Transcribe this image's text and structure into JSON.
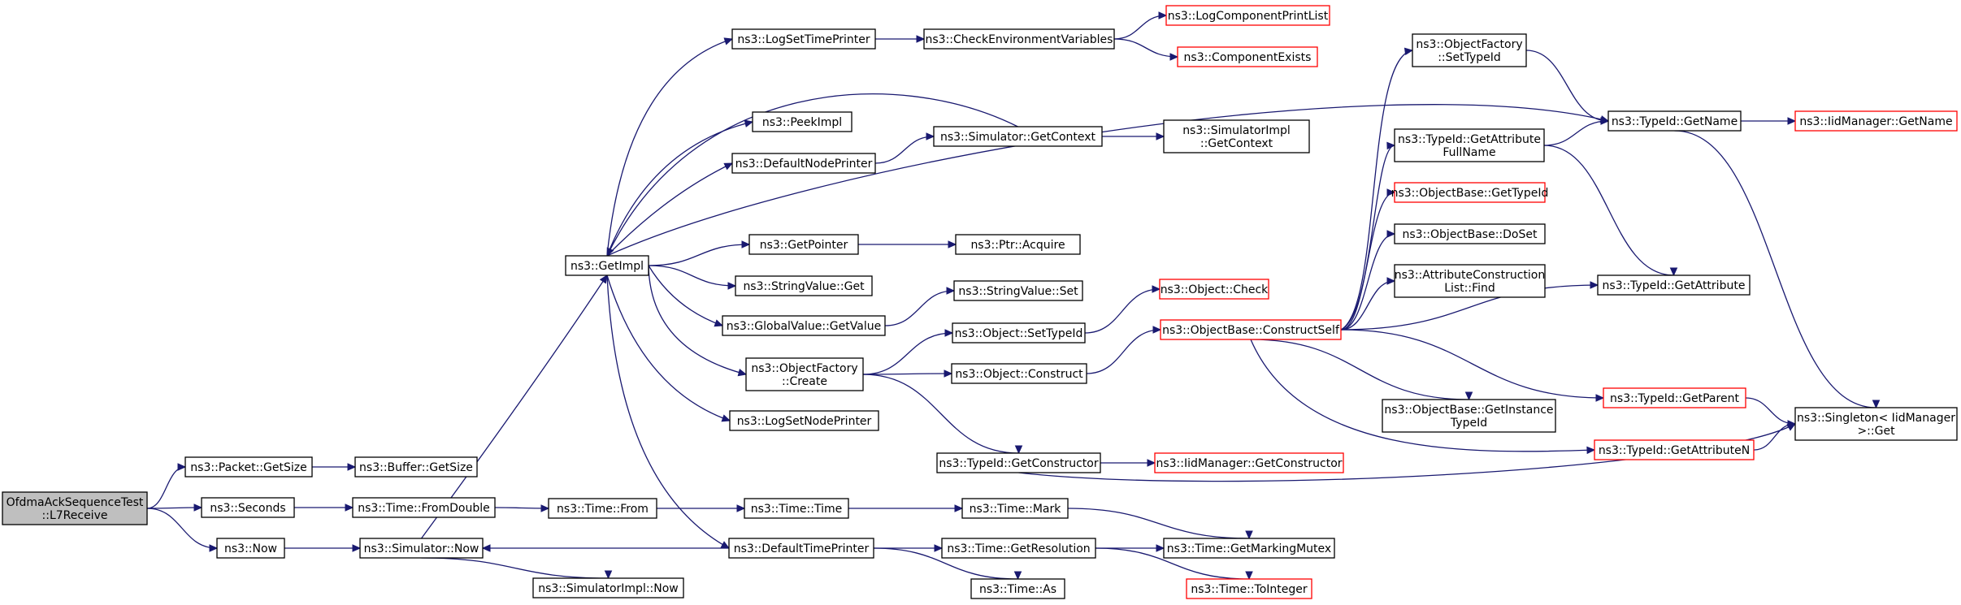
{
  "nodes": {
    "root": [
      "OfdmaAckSequenceTest",
      "::L7Receive"
    ],
    "packet_getsize": [
      "ns3::Packet::GetSize"
    ],
    "buffer_getsize": [
      "ns3::Buffer::GetSize"
    ],
    "seconds": [
      "ns3::Seconds"
    ],
    "time_fromdouble": [
      "ns3::Time::FromDouble"
    ],
    "time_from": [
      "ns3::Time::From"
    ],
    "time_time": [
      "ns3::Time::Time"
    ],
    "time_mark": [
      "ns3::Time::Mark"
    ],
    "now": [
      "ns3::Now"
    ],
    "simulator_now": [
      "ns3::Simulator::Now"
    ],
    "simulatorimpl_now": [
      "ns3::SimulatorImpl::Now"
    ],
    "getimpl": [
      "ns3::GetImpl"
    ],
    "logsettimeprinter": [
      "ns3::LogSetTimePrinter"
    ],
    "checkenvvars": [
      "ns3::CheckEnvironmentVariables"
    ],
    "logcomponentprintlist": [
      "ns3::LogComponentPrintList"
    ],
    "componentexists": [
      "ns3::ComponentExists"
    ],
    "peekimpl": [
      "ns3::PeekImpl"
    ],
    "defaultnodeprinter": [
      "ns3::DefaultNodePrinter"
    ],
    "simulator_getcontext": [
      "ns3::Simulator::GetContext"
    ],
    "simulatorimpl_getcontext": [
      "ns3::SimulatorImpl",
      "::GetContext"
    ],
    "getpointer": [
      "ns3::GetPointer"
    ],
    "ptr_acquire": [
      "ns3::Ptr::Acquire"
    ],
    "stringvalue_get": [
      "ns3::StringValue::Get"
    ],
    "stringvalue_set": [
      "ns3::StringValue::Set"
    ],
    "globalvalue_getvalue": [
      "ns3::GlobalValue::GetValue"
    ],
    "objectfactory_create": [
      "ns3::ObjectFactory",
      "::Create"
    ],
    "lognodeprinter": [
      "ns3::LogSetNodePrinter"
    ],
    "object_settypeid": [
      "ns3::Object::SetTypeId"
    ],
    "object_construct": [
      "ns3::Object::Construct"
    ],
    "object_check": [
      "ns3::Object::Check"
    ],
    "objectbase_constructself": [
      "ns3::ObjectBase::ConstructSelf"
    ],
    "typeid_getconstructor": [
      "ns3::TypeId::GetConstructor"
    ],
    "iidmanager_getconstructor": [
      "ns3::IidManager::GetConstructor"
    ],
    "defaulttimeprinter": [
      "ns3::DefaultTimePrinter"
    ],
    "time_getresolution": [
      "ns3::Time::GetResolution"
    ],
    "time_getmarkingmutex": [
      "ns3::Time::GetMarkingMutex"
    ],
    "time_as": [
      "ns3::Time::As"
    ],
    "time_tointeger": [
      "ns3::Time::ToInteger"
    ],
    "objectfactory_settypeid": [
      "ns3::ObjectFactory",
      "::SetTypeId"
    ],
    "typeid_getattributefullname": [
      "ns3::TypeId::GetAttribute",
      "FullName"
    ],
    "objectbase_gettypeid": [
      "ns3::ObjectBase::GetTypeId"
    ],
    "objectbase_doset": [
      "ns3::ObjectBase::DoSet"
    ],
    "attributeconstructionlist_find": [
      "ns3::AttributeConstruction",
      "List::Find"
    ],
    "objectbase_getinstancetypeid": [
      "ns3::ObjectBase::GetInstance",
      "TypeId"
    ],
    "typeid_getname": [
      "ns3::TypeId::GetName"
    ],
    "iidmanager_getname": [
      "ns3::IidManager::GetName"
    ],
    "typeid_getattribute": [
      "ns3::TypeId::GetAttribute"
    ],
    "typeid_getparent": [
      "ns3::TypeId::GetParent"
    ],
    "typeid_getattributen": [
      "ns3::TypeId::GetAttributeN"
    ],
    "singleton_get": [
      "ns3::Singleton< IidManager",
      " >::Get"
    ]
  },
  "colors": {
    "edge": "#191970",
    "node_border": "#000000",
    "node_border_incomplete": "#ff0000",
    "root_fill": "#bfbfbf"
  }
}
